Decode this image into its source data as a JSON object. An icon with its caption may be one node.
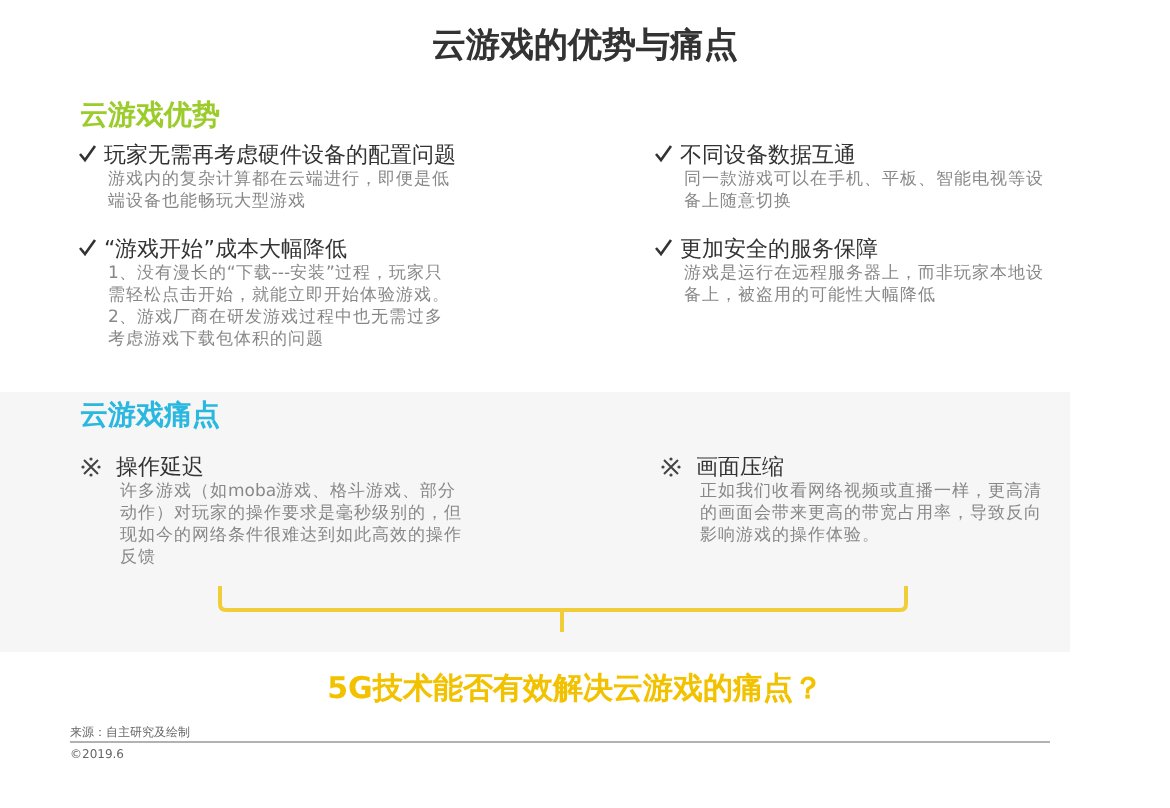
{
  "diagram": {
    "title": "云游戏的优势与痛点",
    "labels": [
      "云游戏优势",
      "玩家无需再考虑硬件设备的配置问题",
      "游戏内的复杂计算都在云端进行，即便是低端设备也能畅玩大型游戏",
      "不同设备数据互通",
      "同一款游戏可以在手机、平板、智能电视等设备上随意切换",
      "“游戏开始”成本大幅降低",
      "1、没有漫长的“下载---安装”过程，玩家只需轻松点击开始，就能立即开始体验游戏。 2、游戏厂商在研发游戏过程中也无需过多考虑游戏下载包体积的问题",
      "更加安全的服务保障",
      "游戏是运行在远程服务器上，而非玩家本地设备上，被盗用的可能性大幅降低",
      "云游戏痛点",
      "操作延迟",
      "许多游戏（如moba游戏、格斗游戏、部分动作）对玩家的操作要求是毫秒级别的，但现如今的网络条件很难达到如此高效的操作反馈",
      "画面压缩",
      "正如我们收看网络视频或直播一样，更高清的画面会带来更高的带宽占用率，导致反向影响游戏的操作体验。",
      "5G技术能否有效解决云游戏的痛点？",
      "来源：自主研究及绘制",
      "©2019.6"
    ]
  }
}
